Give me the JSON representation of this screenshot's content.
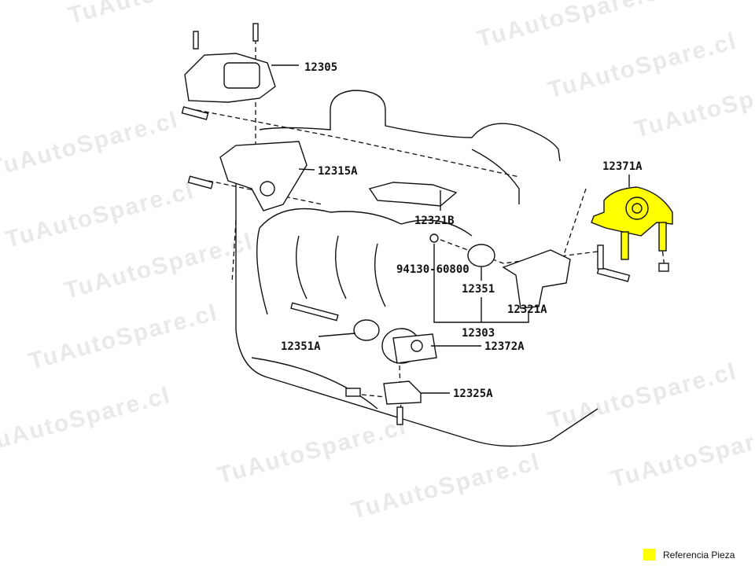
{
  "watermark": "TuAutoSpare.cl",
  "highlight_color": "#ffff00",
  "labels": {
    "p12305": "12305",
    "p12315A": "12315A",
    "p12321B": "12321B",
    "p12371A": "12371A",
    "p94130": "94130-60800",
    "p12351": "12351",
    "p12321A": "12321A",
    "p12303": "12303",
    "p12351A": "12351A",
    "p12372A": "12372A",
    "p12325A": "12325A"
  },
  "legend": {
    "label": "Referencia Pieza"
  }
}
